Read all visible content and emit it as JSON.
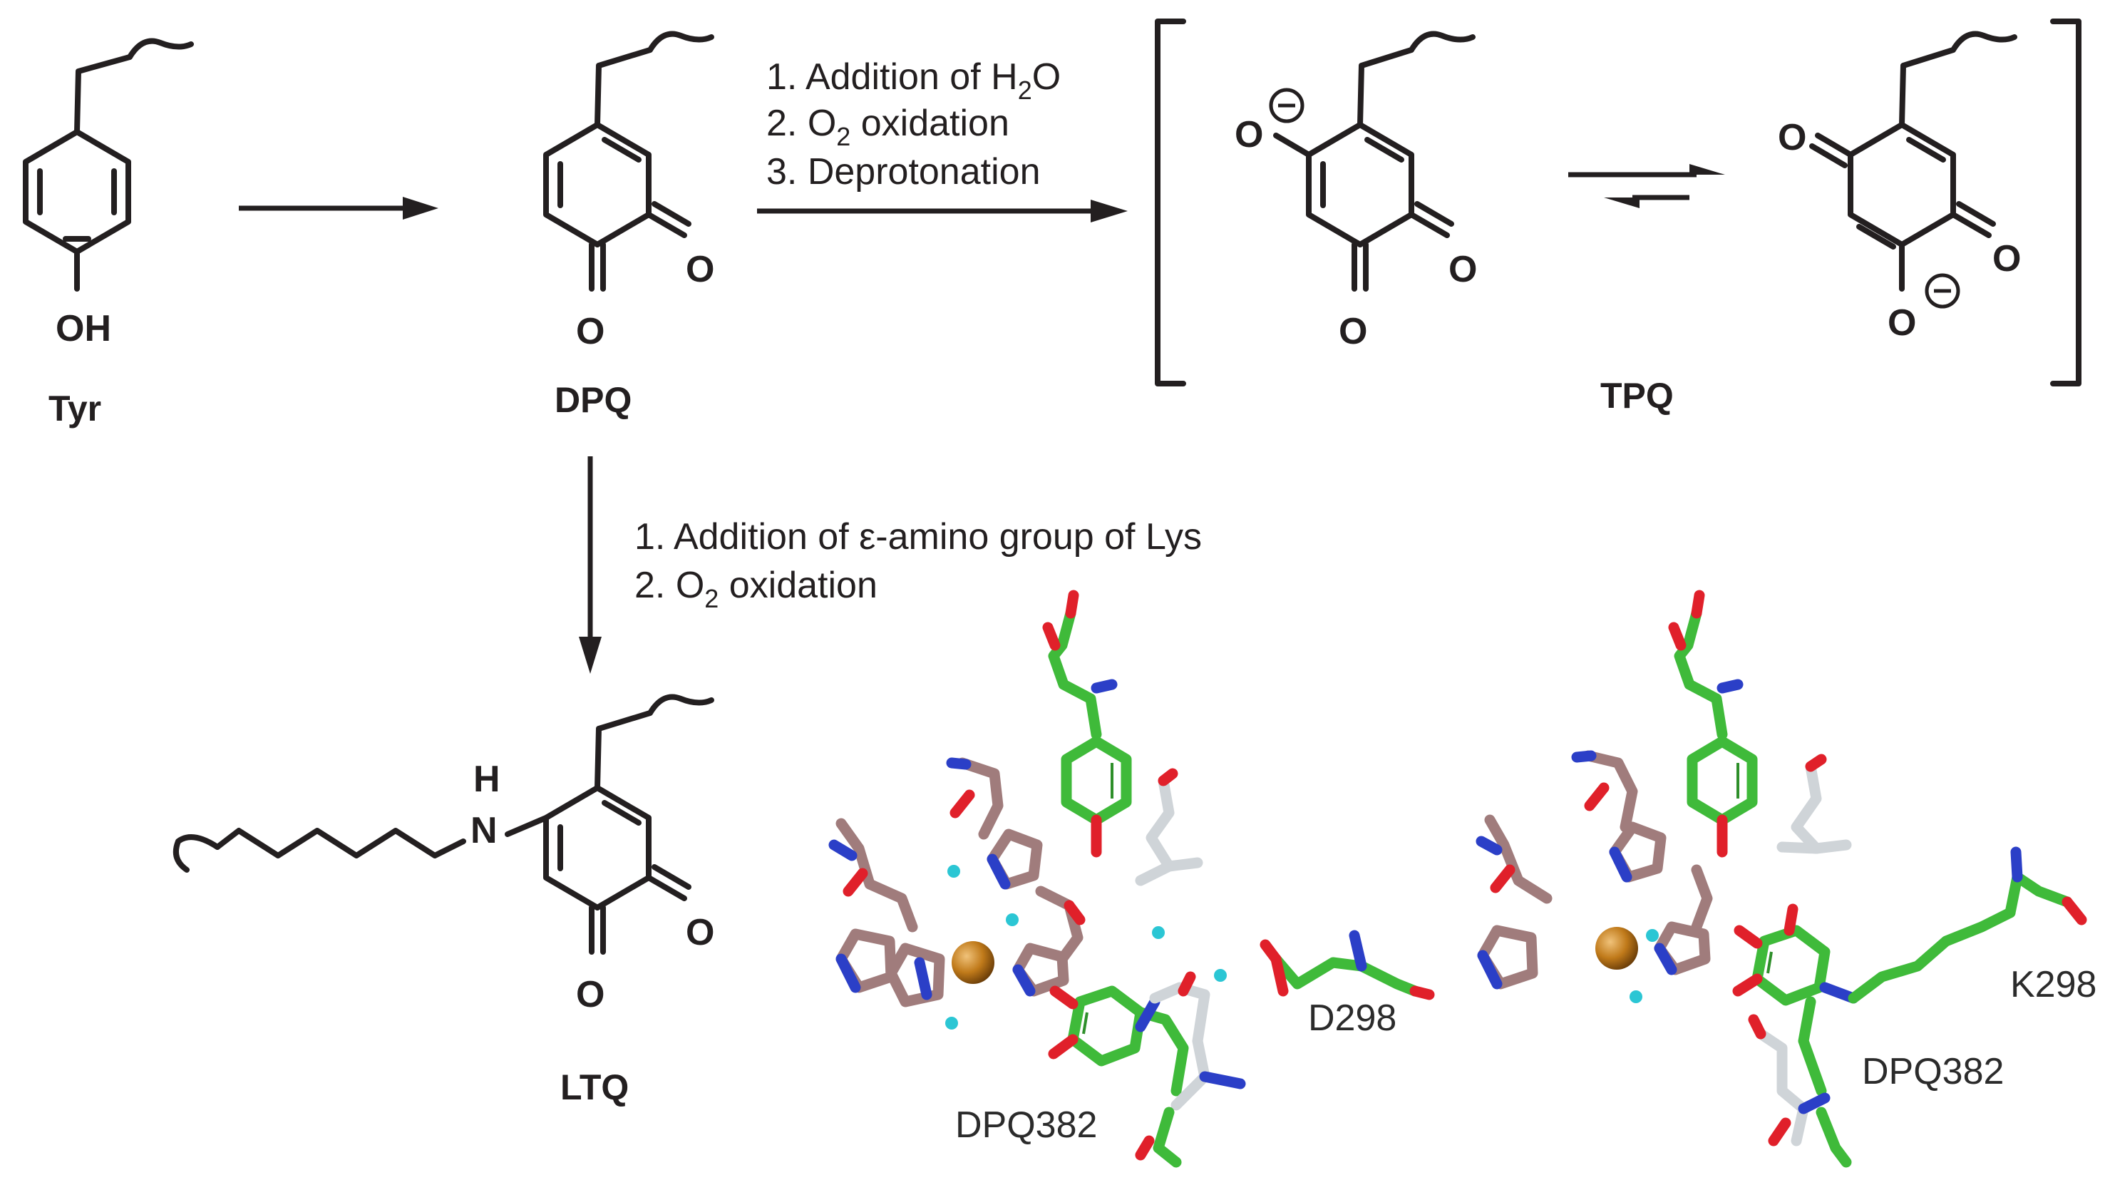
{
  "labels": {
    "tyr": "Tyr",
    "dpq": "DPQ",
    "tpq": "TPQ",
    "ltq": "LTQ"
  },
  "atoms": {
    "oh": "OH",
    "o": "O",
    "h": "H",
    "n": "N"
  },
  "conditions_tpq": {
    "line1_pre": "1. Addition of H",
    "line1_sub": "2",
    "line1_post": "O",
    "line2_pre": "2. O",
    "line2_sub": "2",
    "line2_post": " oxidation",
    "line3": "3. Deprotonation"
  },
  "conditions_ltq": {
    "line1": "1. Addition of ε-amino group of Lys",
    "line2_pre": "2. O",
    "line2_sub": "2",
    "line2_post": " oxidation"
  },
  "structure_labels": {
    "left_d298": "D298",
    "left_dpq382": "DPQ382",
    "right_k298": "K298",
    "right_dpq382": "DPQ382"
  },
  "colors": {
    "carbon_green": "#3fba3a",
    "histidine_mauve": "#a07c7c",
    "carbon_white": "#cfd4d8",
    "oxygen_red": "#e0202a",
    "nitrogen_blue": "#2b3fc7",
    "copper": "#c07a1a",
    "water": "#2bc6d4"
  }
}
